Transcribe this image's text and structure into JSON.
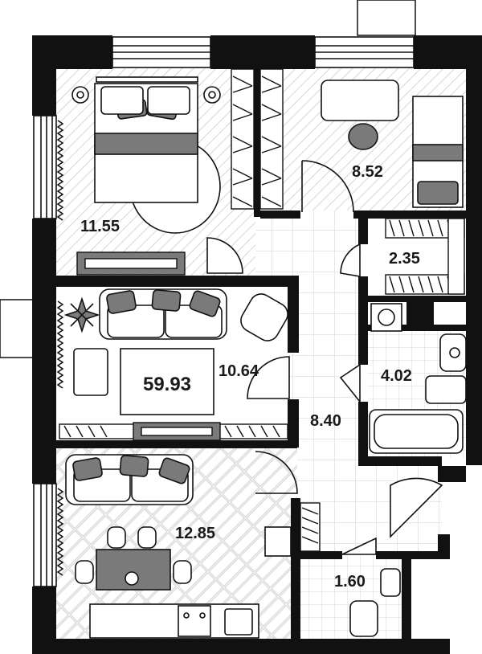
{
  "plan": {
    "total_area": "59.93",
    "rooms": [
      {
        "id": "bedroom",
        "area": "11.55"
      },
      {
        "id": "kids-room",
        "area": "8.52"
      },
      {
        "id": "wardrobe",
        "area": "2.35"
      },
      {
        "id": "living-room",
        "area": "10.64"
      },
      {
        "id": "bathroom",
        "area": "4.02"
      },
      {
        "id": "hallway",
        "area": "8.40"
      },
      {
        "id": "kitchen-dining",
        "area": "12.85"
      },
      {
        "id": "toilet",
        "area": "1.60"
      }
    ]
  },
  "colors": {
    "wall": "#111111",
    "furniture": "#7a7a7a",
    "hatch": "#d8d8d8",
    "tile": "#cfcfcf",
    "background": "#ffffff"
  }
}
